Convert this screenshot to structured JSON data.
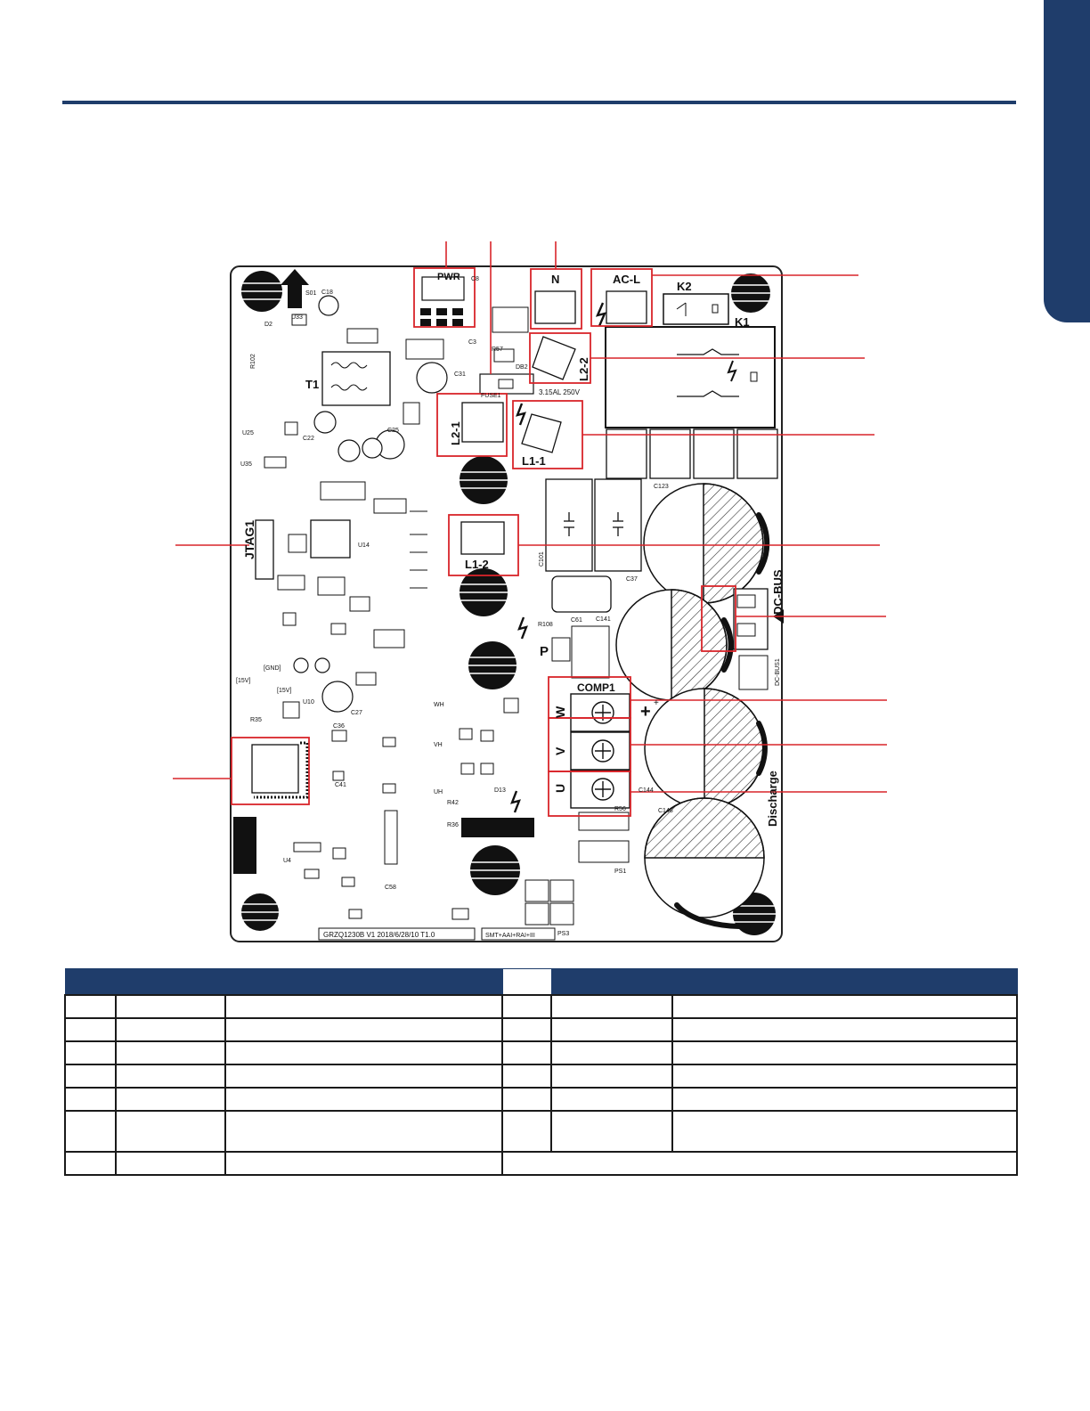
{
  "colors": {
    "brand_navy": "#1f3d6b",
    "callout_red": "#d9252a",
    "board_line": "#111111"
  },
  "board": {
    "labels": {
      "pwr": "PWR",
      "n": "N",
      "ac_l": "AC-L",
      "k2": "K2",
      "k1": "K1",
      "l2_2": "L2-2",
      "l2_1": "L2-1",
      "l1_1": "L1-1",
      "l1_2": "L1-2",
      "jtag": "JTAG1",
      "dc_bus": "DC-BUS",
      "dc_bus1": "DC-BUS1",
      "p": "P",
      "comp1": "COMP1",
      "w": "W",
      "v": "V",
      "u": "U",
      "discharge": "Discharge",
      "fuse_rating": "3.15AL 250V",
      "fuse": "FUSE1",
      "t1": "T1",
      "c101": "C101",
      "c123": "C123",
      "c37": "C37",
      "c148": "C148",
      "c144": "C144",
      "r108": "R108",
      "c61": "C61",
      "c141": "C141",
      "u33": "U33",
      "s01": "S01",
      "c18": "C18",
      "d2": "D2",
      "r102": "R102",
      "u25": "U25",
      "u35": "U35",
      "u14": "U14",
      "u10": "U10",
      "u4": "U4",
      "c22": "C22",
      "c25": "C25",
      "c31": "C31",
      "c27": "C27",
      "c36": "C36",
      "c41": "C41",
      "c58": "C58",
      "c3": "C3",
      "c8": "C8",
      "db2": "DB2",
      "r35": "R35",
      "r36": "R36",
      "r42": "R42",
      "r56": "R56",
      "r57": "R57",
      "ps1": "PS1",
      "ps3": "PS3",
      "gnd": "[GND]",
      "v15_a": "[15V]",
      "v15_b": "[15V]",
      "wh": "WH",
      "vh": "VH",
      "uh": "UH",
      "d13": "D13",
      "board_code": "GRZQ1230B V1   2018/6/28/10 T1.0",
      "smt": "SMT+AAI+RAI+III"
    }
  },
  "table": {
    "rows": 7
  }
}
